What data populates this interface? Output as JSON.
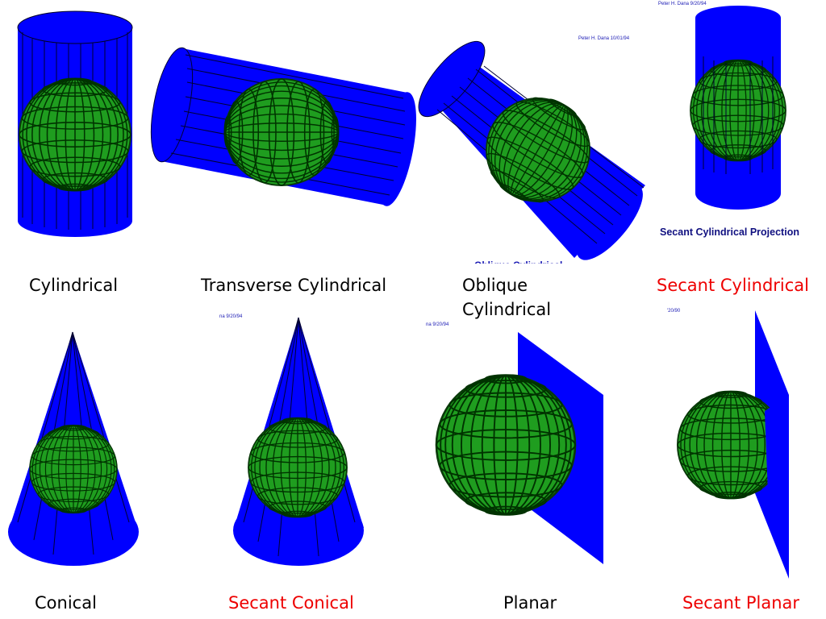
{
  "labels": {
    "cylindrical": "Cylindrical",
    "transverse_cylindrical": "Transverse Cylindrical",
    "oblique_line1": "Oblique",
    "oblique_line2": "Cylindrical",
    "secant_cylindrical": "Secant Cylindrical",
    "conical": "Conical",
    "secant_conical": "Secant Conical",
    "planar": "Planar",
    "secant_planar": "Secant Planar"
  },
  "credits": {
    "secant_cylindrical": "Peter H. Dana 9/20/94",
    "oblique": "Peter H. Dana 10/01/94",
    "secant_conical": "na 9/20/94",
    "planar": "na 9/20/94",
    "secant_planar": "'20/90"
  },
  "subcaptions": {
    "secant_cylindrical": "Secant Cylindrical Projection",
    "oblique_cropped": "Oblique Cylindrical"
  },
  "colors": {
    "surface": "#0000ff",
    "globe": "#1f9d1f",
    "grid": "#003300",
    "label_plain": "#000000",
    "label_secant": "#ee0000"
  },
  "icons": [
    "cylinder-globe",
    "transverse-cylinder-globe",
    "oblique-cylinder-globe",
    "secant-cylinder-globe",
    "cone-globe",
    "secant-cone-globe",
    "plane-globe",
    "secant-plane-globe"
  ]
}
